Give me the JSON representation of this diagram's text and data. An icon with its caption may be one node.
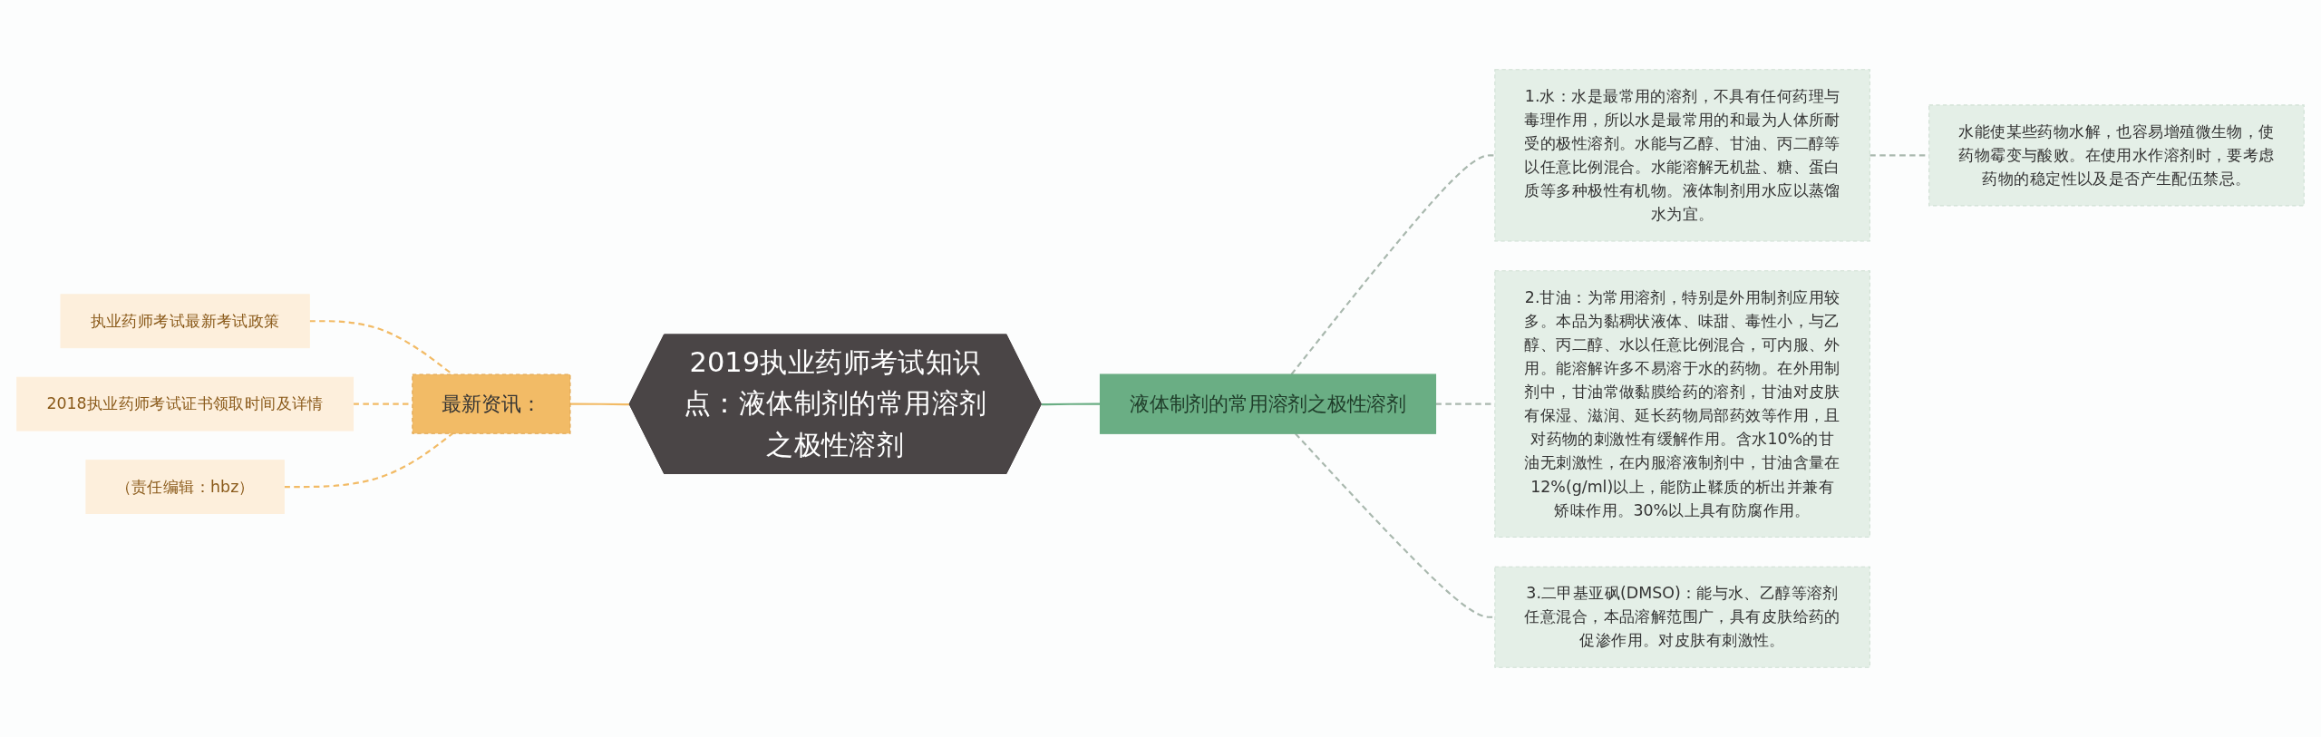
{
  "diagram": {
    "nodes": [
      {
        "text": [
          "2019执业药师考试知识点：液体制剂的常用溶剂之极性溶剂"
        ]
      },
      {
        "text": [
          "液体制剂的常用溶剂之极性溶剂"
        ]
      },
      {
        "text": [
          "1.水：水是最常用的溶剂，不具有任何药理与毒理作用，所以水是最常用的和最为人体所耐受的极性溶剂。水能与乙醇、甘油、丙二醇等以任意比例混合。水能溶解无机盐、糖、蛋白质等多种极性有机物。液体制剂用水应以蒸馏水为宜。"
        ]
      },
      {
        "text": [
          "水能使某些药物水解，也容易增殖微生物，使药物霉变与酸败。在使用水作溶剂时，要考虑药物的稳定性以及是否产生配伍禁忌。"
        ]
      },
      {
        "text": [
          "2.甘油：为常用溶剂，特别是外用制剂应用较多。本品为黏稠状液体、味甜、毒性小，与乙醇、丙二醇、水以任意比例混合，可内服、外用。能溶解许多不易溶于水的药物。在外用制剂中，甘油常做黏膜给药的溶剂，甘油对皮肤有保湿、滋润、延长药物局部药效等作用，且对药物的刺激性有缓解作用。含水10%的甘油无刺激性，在内服溶液制剂中，甘油含量在12%(g/ml)以上，能防止鞣质的析出并兼有矫味作用。30%以上具有防腐作用。"
        ]
      },
      {
        "text": [
          "3.二甲基亚砜(DMSO)：能与水、乙醇等溶剂任意混合，本品溶解范围广，具有皮肤给药的促渗作用。对皮肤有刺激性。"
        ]
      },
      {
        "text": [
          "最新资讯："
        ]
      },
      {
        "text": [
          "执业药师考试最新考试政策"
        ]
      },
      {
        "text": [
          "2018执业药师考试证书领取时间及详情"
        ]
      },
      {
        "text": [
          "（责任编辑：hbz）"
        ]
      }
    ],
    "edges": [
      {
        "from": 0,
        "to": 1,
        "arrow": "none",
        "color": "#6aae84"
      },
      {
        "from": 1,
        "to": 2,
        "arrow": "none",
        "style": "dashed",
        "color": "#a9b8ae"
      },
      {
        "from": 2,
        "to": 3,
        "arrow": "none",
        "style": "dashed",
        "color": "#a9b8ae"
      },
      {
        "from": 1,
        "to": 4,
        "arrow": "none",
        "style": "dashed",
        "color": "#a9b8ae"
      },
      {
        "from": 1,
        "to": 5,
        "arrow": "none",
        "style": "dashed",
        "color": "#a9b8ae"
      },
      {
        "from": 0,
        "to": 6,
        "arrow": "none",
        "color": "#f2bb66"
      },
      {
        "from": 6,
        "to": 7,
        "arrow": "none",
        "style": "dashed",
        "color": "#f2bb66"
      },
      {
        "from": 6,
        "to": 8,
        "arrow": "none",
        "style": "dashed",
        "color": "#f2bb66"
      },
      {
        "from": 6,
        "to": 9,
        "arrow": "none",
        "style": "dashed",
        "color": "#f2bb66"
      }
    ]
  }
}
